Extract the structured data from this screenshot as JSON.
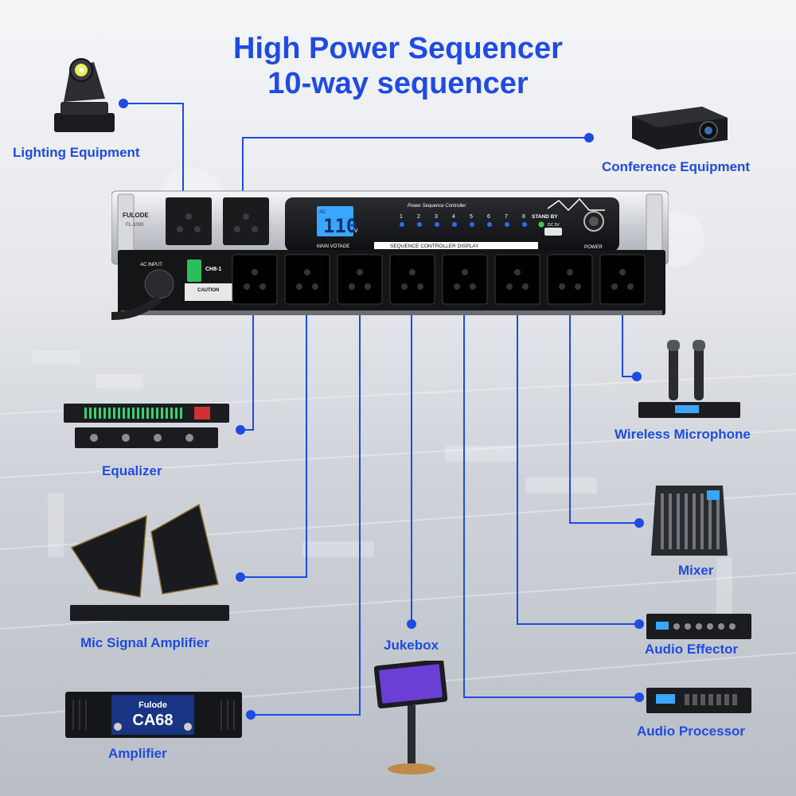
{
  "title": {
    "line1": "High Power Sequencer",
    "line2": "10-way sequencer"
  },
  "device": {
    "brand": "FULODE",
    "model": "FL-1000",
    "panel_title": "Power Sequence Controller",
    "display_value": "110",
    "display_ac": "AC",
    "display_unit": "V",
    "display_caption": "MAIN VOTAGE",
    "display_band": "SEQUENCE CONTROLLER DISPLAY",
    "channels": [
      "1",
      "2",
      "3",
      "4",
      "5",
      "6",
      "7",
      "8"
    ],
    "standby_label": "STAND BY",
    "dc_label": "DC 5V",
    "power_label": "POWER",
    "ac_input_label": "AC INPUT",
    "ch_label": "CH8-1",
    "caution_label": "CAUTION"
  },
  "labels": {
    "lighting": "Lighting Equipment",
    "conference": "Conference Equipment",
    "wireless_mic": "Wireless Microphone",
    "equalizer": "Equalizer",
    "mixer": "Mixer",
    "mic_amp": "Mic Signal Amplifier",
    "audio_effector": "Audio Effector",
    "jukebox": "Jukebox",
    "amplifier": "Amplifier",
    "audio_processor": "Audio Processor"
  },
  "amplifier_text": {
    "brand": "Fulode",
    "model": "CA68"
  },
  "colors": {
    "accent": "#1f4be3",
    "led_blue": "#2a6bff",
    "led_green": "#39d353",
    "lcd": "#39a6ff"
  }
}
